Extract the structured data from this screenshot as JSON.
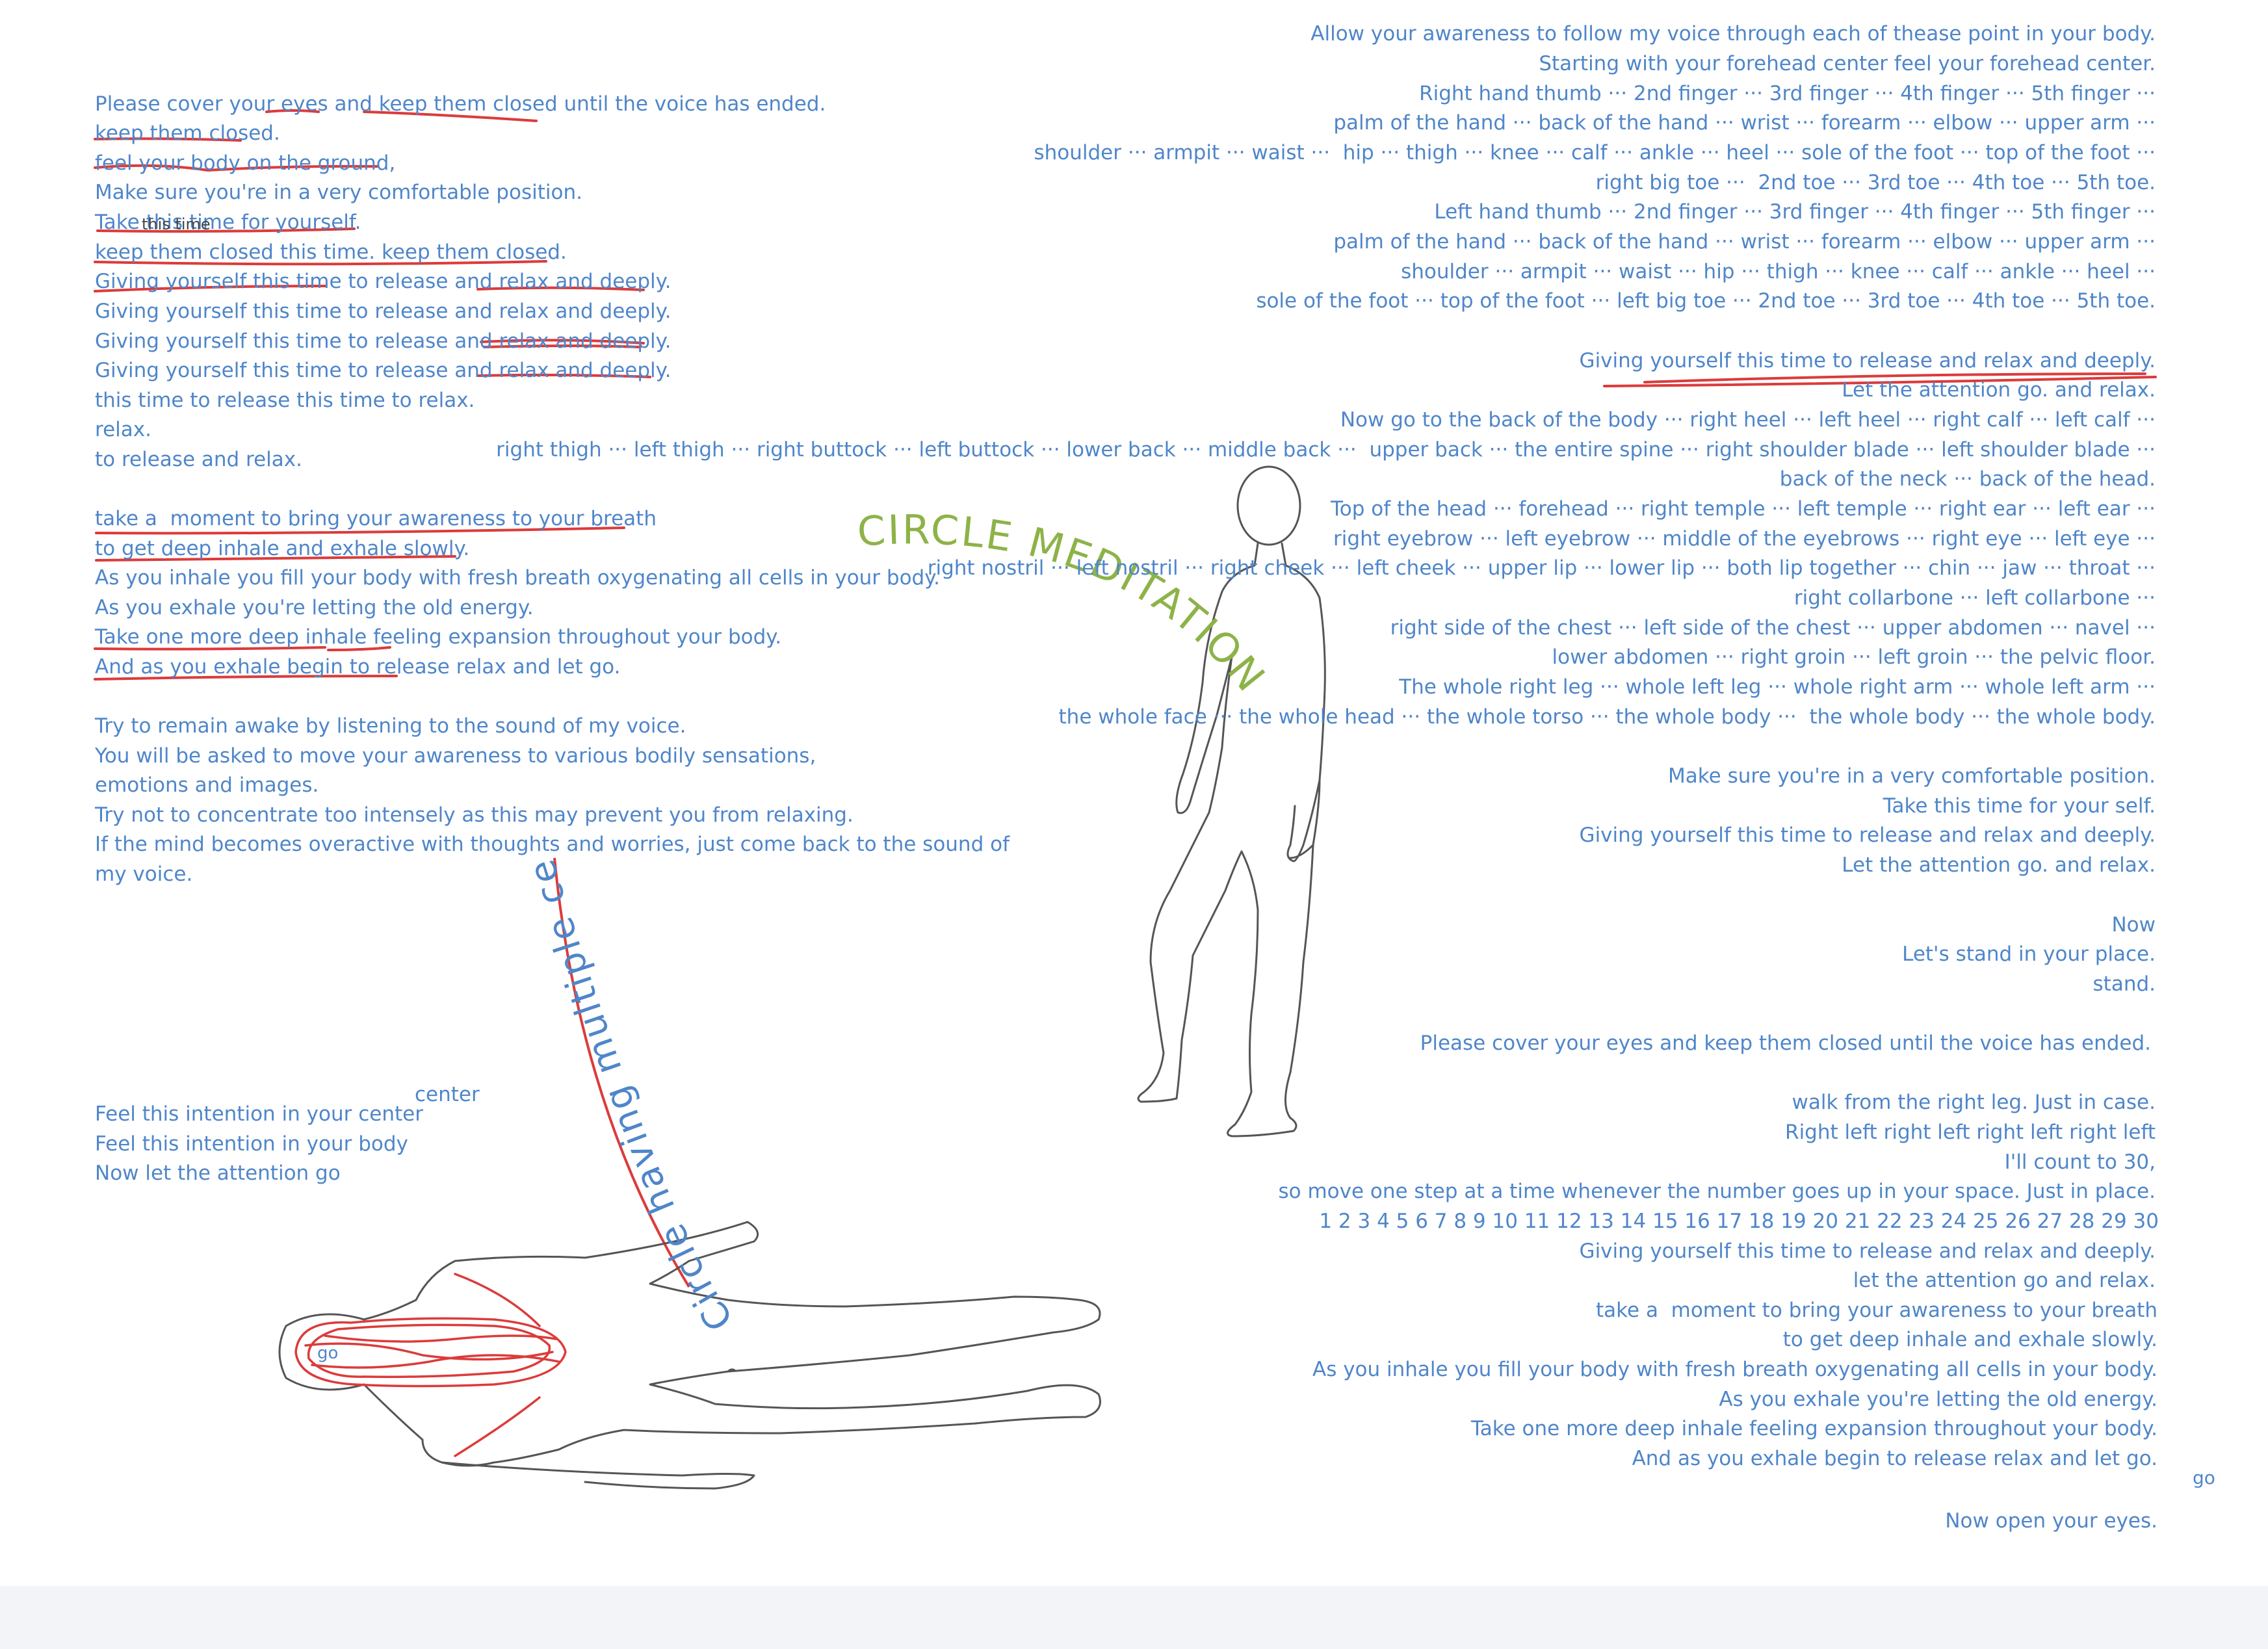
{
  "colors": {
    "text_blue": "#4f86c9",
    "marker_red": "#dc3b3b",
    "title_green": "#8db348",
    "figure_stroke": "#555555"
  },
  "left_column": {
    "intro": [
      "Please cover your eyes and keep them closed until the voice has ended.",
      "keep them closed.",
      "feel your body on the ground,",
      "Make sure you're in a very comfortable position.",
      "Take this time for yourself.",
      "keep them closed this time. keep them closed.",
      "Giving yourself this time to release and relax and deeply.",
      "Giving yourself this time to release and relax and deeply.",
      "Giving yourself this time to release and relax and deeply.",
      "Giving yourself this time to release and relax and deeply.",
      "this time to release this time to relax.",
      "relax.",
      "to release and relax."
    ],
    "handwritten_note": "this time",
    "breath": [
      "take a  moment to bring your awareness to your breath",
      "to get deep inhale and exhale slowly.",
      "As you inhale you fill your body with fresh breath oxygenating all cells in your body.",
      "As you exhale you're letting the old energy.",
      "Take one more deep inhale feeling expansion throughout your body.",
      "And as you exhale begin to release relax and let go."
    ],
    "instructions": [
      "Try to remain awake by listening to the sound of my voice.",
      "You will be asked to move your awareness to various bodily sensations,",
      "emotions and images.",
      "Try not to concentrate too intensely as this may prevent you from relaxing.",
      "If the mind becomes overactive with thoughts and worries, just come back to the sound of",
      "my voice."
    ],
    "center_label": "center",
    "intention": [
      "Feel this intention in your center",
      "Feel this intention in your body",
      "Now let the attention go"
    ],
    "figure_label": "go"
  },
  "right_column": {
    "body_scan": [
      "Allow your awareness to follow my voice through each of thease point in your body.",
      "Starting with your forehead center feel your forehead center.",
      "Right hand thumb ··· 2nd finger ··· 3rd finger ··· 4th finger ··· 5th finger ···",
      "palm of the hand ··· back of the hand ··· wrist ··· forearm ··· elbow ··· upper arm ···",
      "shoulder ··· armpit ··· waist ···  hip ··· thigh ··· knee ··· calf ··· ankle ··· heel ··· sole of the foot ··· top of the foot ···",
      "right big toe ···  2nd toe ··· 3rd toe ··· 4th toe ··· 5th toe.",
      "Left hand thumb ··· 2nd finger ··· 3rd finger ··· 4th finger ··· 5th finger ···",
      "palm of the hand ··· back of the hand ··· wrist ··· forearm ··· elbow ··· upper arm ···",
      "shoulder ··· armpit ··· waist ··· hip ··· thigh ··· knee ··· calf ··· ankle ··· heel ···",
      "sole of the foot ··· top of the foot ··· left big toe ··· 2nd toe ··· 3rd toe ··· 4th toe ··· 5th toe."
    ],
    "back_scan": [
      "Giving yourself this time to release and relax and deeply.",
      "Let the attention go. and relax.",
      "Now go to the back of the body ··· right heel ··· left heel ··· right calf ··· left calf ···",
      "right thigh ··· left thigh ··· right buttock ··· left buttock ··· lower back ··· middle back ···  upper back ··· the entire spine ··· right shoulder blade ··· left shoulder blade ···",
      "back of the neck ··· back of the head.",
      "Top of the head ··· forehead ··· right temple ··· left temple ··· right ear ··· left ear ···",
      "right eyebrow ··· left eyebrow ··· middle of the eyebrows ··· right eye ··· left eye ···",
      "right nostril ··· left nostril ··· right cheek ··· left cheek ··· upper lip ··· lower lip ··· both lip together ··· chin ··· jaw ··· throat ···",
      "right collarbone ··· left collarbone ···",
      "right side of the chest ··· left side of the chest ··· upper abdomen ··· navel ···",
      "lower abdomen ··· right groin ··· left groin ··· the pelvic floor.",
      "The whole right leg ··· whole left leg ··· whole right arm ··· whole left arm ···",
      "the whole face ··· the whole head ··· the whole torso ··· the whole body ···  the whole body ··· the whole body."
    ],
    "comfort": [
      "Make sure you're in a very comfortable position.",
      "Take this time for your self.",
      "Giving yourself this time to release and relax and deeply.",
      "Let the attention go. and relax."
    ],
    "stand": [
      "Now",
      "Let's stand in your place.",
      "stand."
    ],
    "cover": "Please cover your eyes and keep them closed until the voice has ended.",
    "walk": [
      "walk from the right leg. Just in case.",
      "Right left right left right left right left",
      "I'll count to 30,",
      "so move one step at a time whenever the number goes up in your space. Just in place.",
      "1 2 3 4 5 6 7 8 9 10 11 12 13 14 15 16 17 18 19 20 21 22 23 24 25 26 27 28 29 30",
      "Giving yourself this time to release and relax and deeply.",
      "let the attention go and relax.",
      "take a  moment to bring your awareness to your breath",
      "to get deep inhale and exhale slowly.",
      "As you inhale you fill your body with fresh breath oxygenating all cells in your body.",
      "As you exhale you're letting the old energy.",
      "Take one more deep inhale feeling expansion throughout your body.",
      "And as you exhale begin to release relax and let go."
    ],
    "go": "go",
    "close": "Now open your eyes."
  },
  "titles": {
    "circle_meditation": "CIRCLE MEDITATION",
    "circle_centers": "Circle having multiple centers"
  }
}
